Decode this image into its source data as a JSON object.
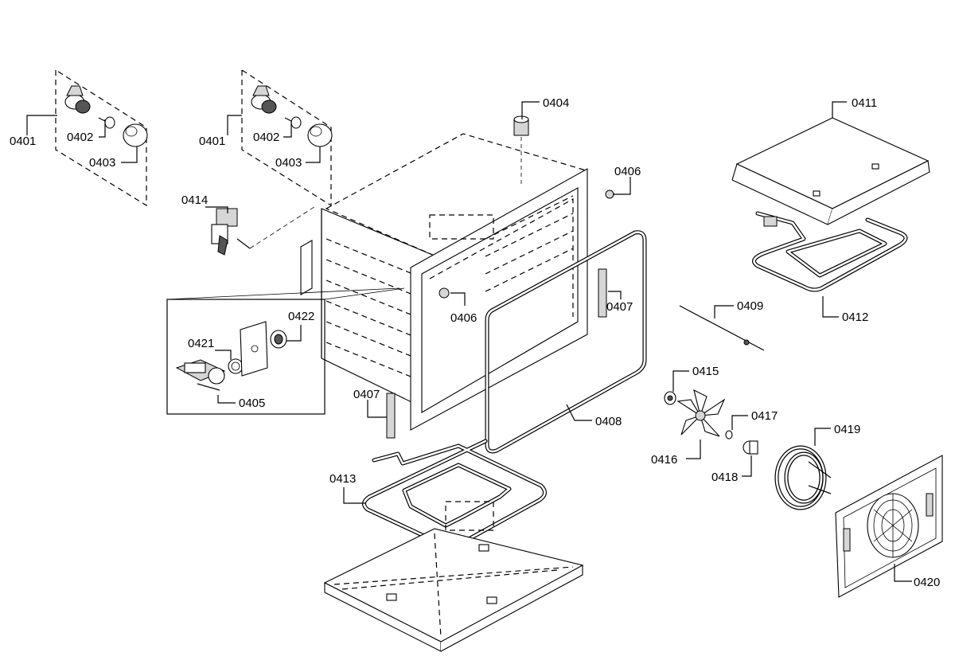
{
  "labels": {
    "l0401a": "0401",
    "l0402a": "0402",
    "l0403a": "0403",
    "l0401b": "0401",
    "l0402b": "0402",
    "l0403b": "0403",
    "l0404": "0404",
    "l0406a": "0406",
    "l0406b": "0406",
    "l0407a": "0407",
    "l0407b": "0407",
    "l0408": "0408",
    "l0409": "0409",
    "l0411": "0411",
    "l0412": "0412",
    "l0413": "0413",
    "l0414": "0414",
    "l0415": "0415",
    "l0416": "0416",
    "l0417": "0417",
    "l0418": "0418",
    "l0419": "0419",
    "l0420": "0420",
    "l0421": "0421",
    "l0422": "0422",
    "l0405": "0405"
  }
}
